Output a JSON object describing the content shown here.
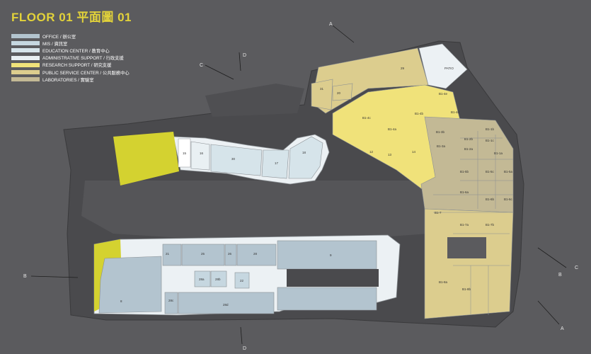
{
  "title": "FLOOR 01 平面圖 01",
  "legend": [
    {
      "label": "OFFICE / 辦公室",
      "color": "#b3c4cf"
    },
    {
      "label": "MIS / 資訊室",
      "color": "#c6d7e0"
    },
    {
      "label": "EDUCATION CENTER / 教育中心",
      "color": "#d6e4ea"
    },
    {
      "label": "ADMINISTRATIVE SUPPORT / 行政支援",
      "color": "#e9f0f3"
    },
    {
      "label": "RESEARCH SUPPORT / 研究支援",
      "color": "#f0e27a"
    },
    {
      "label": "PUBLIC SERVICE CENTER / 公共服務中心",
      "color": "#dccd8e"
    },
    {
      "label": "LABORATORIES / 實驗室",
      "color": "#c3b995"
    }
  ],
  "section_markers": {
    "a": "A",
    "b": "B",
    "c": "C",
    "d": "D"
  },
  "rooms": {
    "r15": "15",
    "r16": "16",
    "r17": "17",
    "r18": "18",
    "r30": "30",
    "r21": "21",
    "r25": "25",
    "r26": "26",
    "r28": "28",
    "r28a": "28a",
    "r28b": "28b",
    "r28c": "28c",
    "r28d": "28d",
    "r22": "22",
    "r9": "9",
    "r8": "8",
    "r29": "29",
    "r31": "31",
    "r20": "20",
    "patio": "PATIO",
    "r12": "12",
    "r13": "13",
    "r14": "14",
    "b14e": "B1-4e",
    "b14d": "B1-4d",
    "b14b": "B1-4b",
    "b14c": "B1-4c",
    "b14a": "B1-4a",
    "b13b": "B1-3b",
    "b13a": "B1-3a",
    "b12b": "B1-2b",
    "b12a": "B1-2a",
    "b11b": "B1-1b",
    "b11a": "B1-1a",
    "b11c": "B1-1c",
    "b15b": "B1-5b",
    "b15c": "B1-5c",
    "b15a": "B1-5a",
    "b16a": "B1-6a",
    "b16b": "B1-6b",
    "b16c": "B1-6c",
    "b17": "B1-7",
    "b17a": "B1-7a",
    "b17b": "B1-7b",
    "b18a": "B1-8a",
    "b18b": "B1-8b"
  }
}
